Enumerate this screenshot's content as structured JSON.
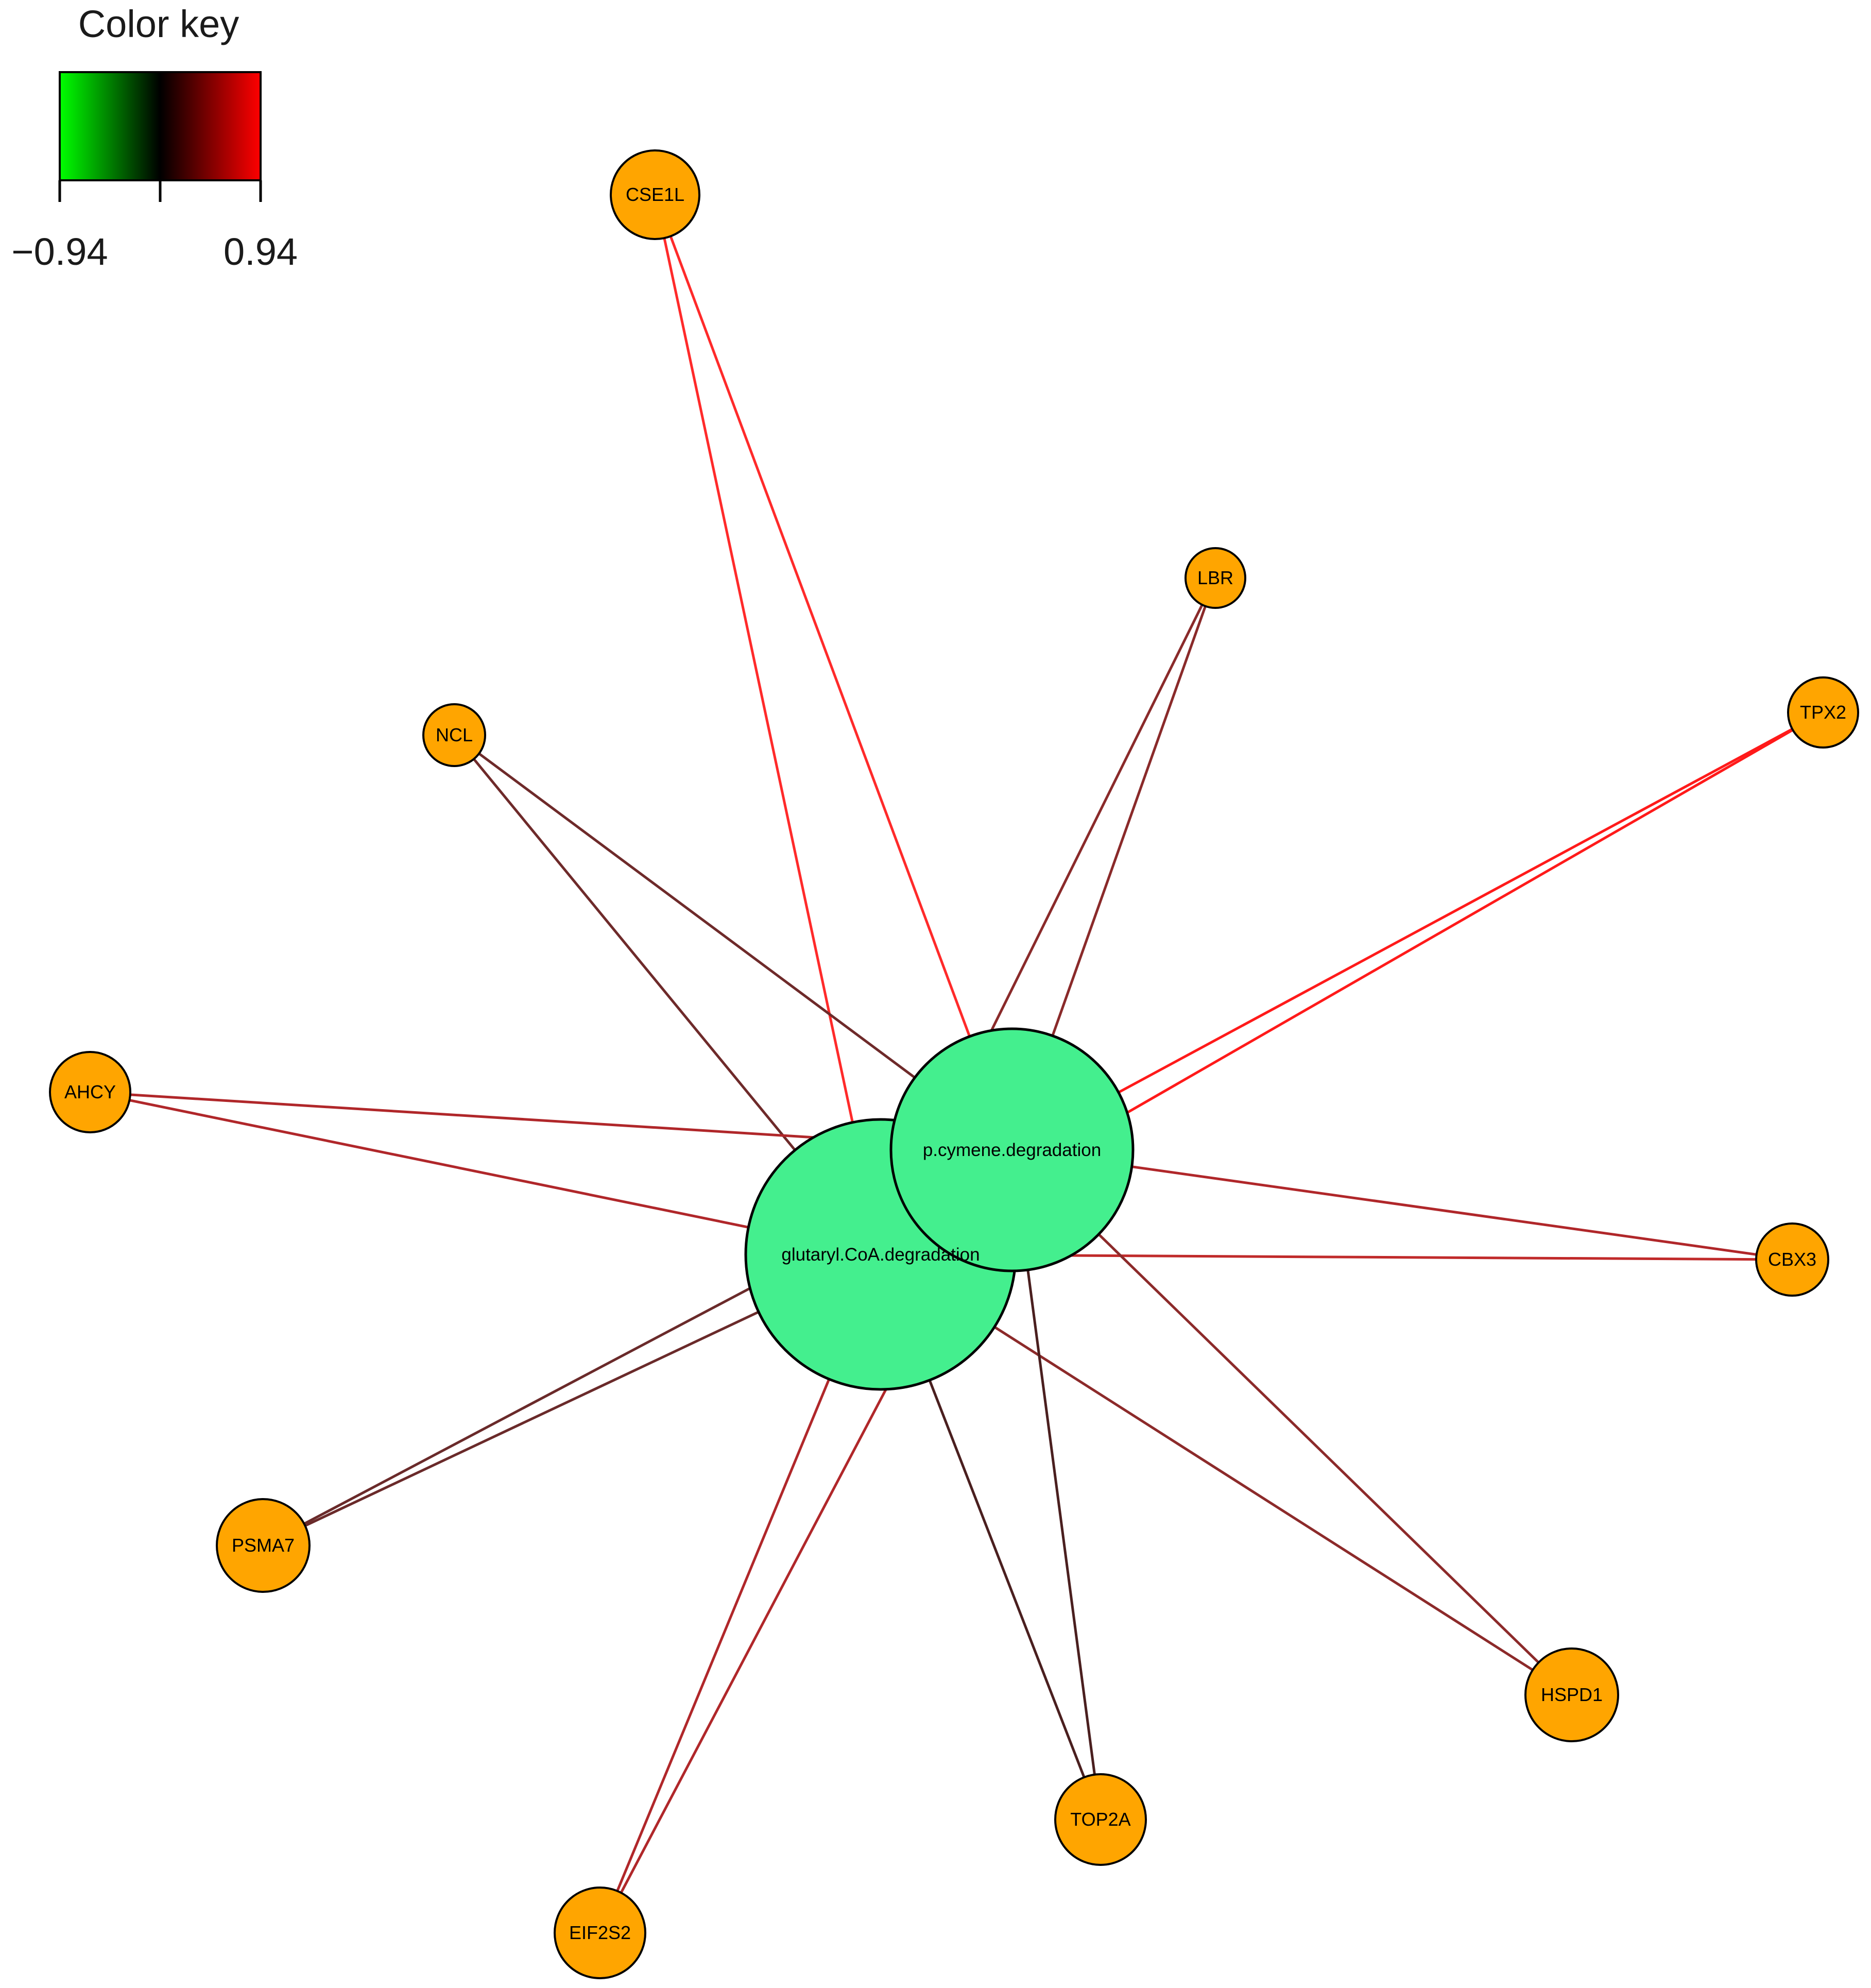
{
  "color_key": {
    "title": "Color key",
    "min_label": "−0.94",
    "max_label": "0.94",
    "gradient_colors": [
      "#00ff00",
      "#000000",
      "#ff0000"
    ]
  },
  "colors": {
    "pathway_fill": "#44ef8e",
    "gene_fill": "#ffa500",
    "node_stroke": "#000000",
    "edge_red": "#ff2020",
    "edge_medium": "#b0272a",
    "edge_dark": "#7a2a2a",
    "edge_darker": "#4a1f1f"
  },
  "pathways": [
    {
      "id": "glutaryl",
      "label": "glutaryl.CoA.degradation"
    },
    {
      "id": "pcymene",
      "label": "p.cymene.degradation"
    }
  ],
  "genes": [
    {
      "id": "CSE1L",
      "label": "CSE1L"
    },
    {
      "id": "LBR",
      "label": "LBR"
    },
    {
      "id": "TPX2",
      "label": "TPX2"
    },
    {
      "id": "NCL",
      "label": "NCL"
    },
    {
      "id": "AHCY",
      "label": "AHCY"
    },
    {
      "id": "CBX3",
      "label": "CBX3"
    },
    {
      "id": "PSMA7",
      "label": "PSMA7"
    },
    {
      "id": "HSPD1",
      "label": "HSPD1"
    },
    {
      "id": "TOP2A",
      "label": "TOP2A"
    },
    {
      "id": "EIF2S2",
      "label": "EIF2S2"
    }
  ],
  "edges": [
    {
      "from": "CSE1L",
      "to": "glutaryl",
      "color": "#ff2a2a"
    },
    {
      "from": "CSE1L",
      "to": "pcymene",
      "color": "#ff2a2a"
    },
    {
      "from": "LBR",
      "to": "glutaryl",
      "color": "#8a2a2a"
    },
    {
      "from": "LBR",
      "to": "pcymene",
      "color": "#8a2a2a"
    },
    {
      "from": "TPX2",
      "to": "glutaryl",
      "color": "#ff1a1a"
    },
    {
      "from": "TPX2",
      "to": "pcymene",
      "color": "#ff1a1a"
    },
    {
      "from": "NCL",
      "to": "glutaryl",
      "color": "#6e2a2a"
    },
    {
      "from": "NCL",
      "to": "pcymene",
      "color": "#6e2a2a"
    },
    {
      "from": "AHCY",
      "to": "glutaryl",
      "color": "#b0272a"
    },
    {
      "from": "AHCY",
      "to": "pcymene",
      "color": "#b0272a"
    },
    {
      "from": "CBX3",
      "to": "glutaryl",
      "color": "#c02a2a"
    },
    {
      "from": "CBX3",
      "to": "pcymene",
      "color": "#b0272a"
    },
    {
      "from": "PSMA7",
      "to": "glutaryl",
      "color": "#6a2a2a"
    },
    {
      "from": "PSMA7",
      "to": "pcymene",
      "color": "#6a2a2a"
    },
    {
      "from": "HSPD1",
      "to": "glutaryl",
      "color": "#8c2a2a"
    },
    {
      "from": "HSPD1",
      "to": "pcymene",
      "color": "#8c2a2a"
    },
    {
      "from": "TOP2A",
      "to": "glutaryl",
      "color": "#4a1f1f"
    },
    {
      "from": "TOP2A",
      "to": "pcymene",
      "color": "#4a1f1f"
    },
    {
      "from": "EIF2S2",
      "to": "glutaryl",
      "color": "#b0272a"
    },
    {
      "from": "EIF2S2",
      "to": "pcymene",
      "color": "#b0272a"
    }
  ]
}
